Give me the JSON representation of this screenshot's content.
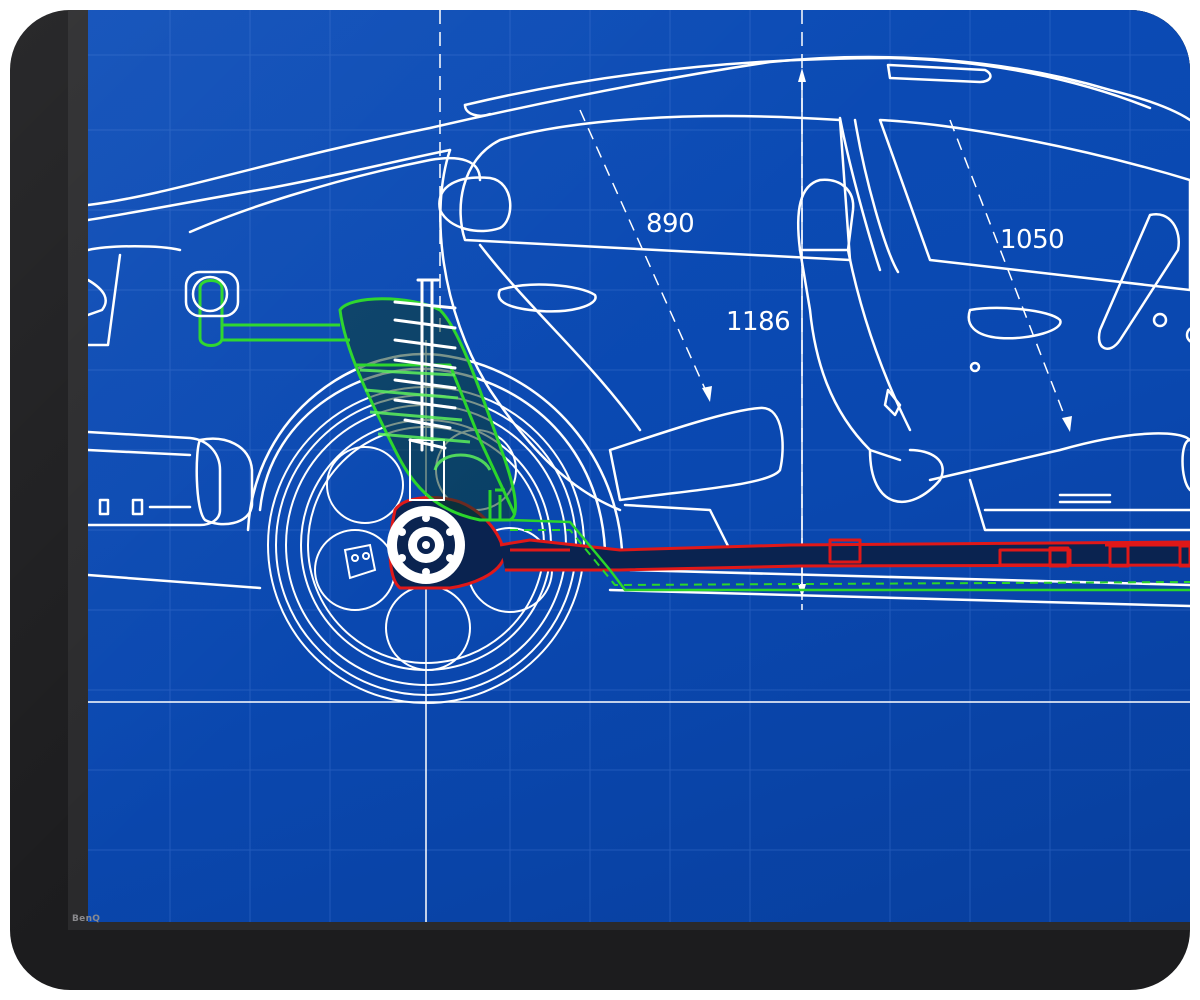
{
  "monitor": {
    "brand": "BenQ"
  },
  "dimensions": {
    "headroom_rear": "890",
    "headroom_front": "1050",
    "height_center": "1186"
  },
  "colors": {
    "screen_blue": "#0b4ab5",
    "line_white": "#ffffff",
    "suspension_green": "#2bd62b",
    "chassis_red": "#e01818",
    "bezel_black": "#1c1c1e"
  }
}
